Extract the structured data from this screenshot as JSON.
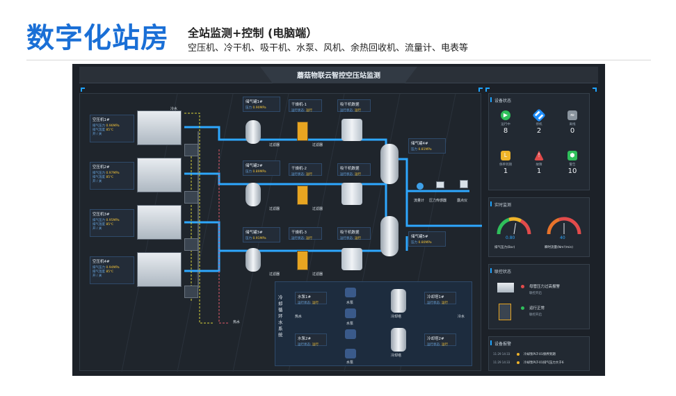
{
  "header": {
    "big_title": "数字化站房",
    "sub_title": "全站监测+控制 (电脑端）",
    "sub_desc": "空压机、冷干机、吸干机、水泵、风机、余热回收机、流量计、电表等"
  },
  "screen": {
    "title": "蘑菇物联云智控空压站监测",
    "compressors": [
      {
        "name": "空压机1#",
        "p_label": "排气压力",
        "p_val": "0.96MPa",
        "t_label": "排气温度",
        "t_val": "85℃",
        "on": "开",
        "off": "关"
      },
      {
        "name": "空压机2#",
        "p_label": "排气压力",
        "p_val": "0.97MPa",
        "t_label": "排气温度",
        "t_val": "85℃",
        "on": "开",
        "off": "关"
      },
      {
        "name": "空压机3#",
        "p_label": "排气压力",
        "p_val": "0.95MPa",
        "t_label": "排气温度",
        "t_val": "85℃",
        "on": "开",
        "off": "关"
      },
      {
        "name": "空压机4#",
        "p_label": "排气压力",
        "p_val": "0.94MPa",
        "t_label": "排气温度",
        "t_val": "85℃",
        "on": "开",
        "off": "关"
      }
    ],
    "tanks": [
      {
        "name": "储气罐1#",
        "label": "压力",
        "val": "0.90MPa"
      },
      {
        "name": "储气罐2#",
        "label": "压力",
        "val": "0.89MPa"
      },
      {
        "name": "储气罐3#",
        "label": "压力",
        "val": "0.91MPa"
      },
      {
        "name": "储气罐4#",
        "label": "压力",
        "val": "0.81MPa"
      },
      {
        "name": "储气罐5#",
        "label": "压力",
        "val": "0.80MPa"
      }
    ],
    "dryers": [
      {
        "name": "干燥机-1",
        "status_label": "运行状态",
        "status": "运行"
      },
      {
        "name": "干燥机-2",
        "status_label": "运行状态",
        "status": "运行"
      },
      {
        "name": "干燥机-3",
        "status_label": "运行状态",
        "status": "运行"
      }
    ],
    "adsorbers": [
      {
        "name": "吸干机数据",
        "status_label": "运行状态",
        "status": "运行"
      },
      {
        "name": "吸干机数据",
        "status_label": "运行状态",
        "status": "运行"
      },
      {
        "name": "吸干机数据",
        "status_label": "运行状态",
        "status": "运行"
      }
    ],
    "filter_label": "过滤器",
    "cold_water": "冷水",
    "hot_water": "热水",
    "flowmeter": "流量计",
    "pressure_sensor": "压力传感器",
    "dew_meter": "露点仪",
    "cooling_system": "冷却循环水系统",
    "pumps": [
      {
        "name": "水泵1#",
        "status_label": "运行状态",
        "status": "运行"
      },
      {
        "name": "水泵2#",
        "status_label": "运行状态",
        "status": "运行"
      }
    ],
    "towers": [
      {
        "name": "冷却塔1#",
        "status_label": "运行状态",
        "status": "运行"
      },
      {
        "name": "冷却塔2#",
        "status_label": "运行状态",
        "status": "运行"
      }
    ],
    "pump_label": "水泵",
    "tower_label": "冷却塔",
    "hot_water_2": "热水",
    "cold_water_2": "冷水"
  },
  "device_status": {
    "title": "设备状态",
    "items": [
      {
        "label": "运行中",
        "value": "8",
        "color": "#2fbf5b",
        "icon": "play-icon"
      },
      {
        "label": "停机",
        "value": "2",
        "color": "#1f8fff",
        "icon": "pause-icon"
      },
      {
        "label": "离线",
        "value": "0",
        "color": "#8a949e",
        "icon": "wifi-icon"
      },
      {
        "label": "保养到期",
        "value": "1",
        "color": "#f0b429",
        "icon": "maintenance-icon"
      },
      {
        "label": "故障",
        "value": "1",
        "color": "#e24b4b",
        "icon": "warning-icon"
      },
      {
        "label": "警告",
        "value": "10",
        "color": "#2fbf5b",
        "icon": "alert-icon"
      }
    ]
  },
  "realtime": {
    "title": "实时监测",
    "gauges": [
      {
        "value": "0.80",
        "label": "排气压力(Bar)",
        "fraction": 0.55
      },
      {
        "value": "40",
        "label": "瞬时流量(Nm³/min)",
        "fraction": 0.5
      }
    ]
  },
  "linkage": {
    "title": "联控状态",
    "items": [
      {
        "status": "母管压力过高报警",
        "sub": "联控开启",
        "dot": "#e24b4b"
      },
      {
        "status": "运行正常",
        "sub": "联控开启",
        "dot": "#2fbf5b"
      }
    ]
  },
  "alerts": {
    "title": "设备报警",
    "rows": [
      {
        "time": "11:29 14:33",
        "text": "冷却泵PLT-01保养到期"
      },
      {
        "time": "11:29 14:33",
        "text": "冷却泵PLT-01排气压力大于6"
      }
    ]
  }
}
